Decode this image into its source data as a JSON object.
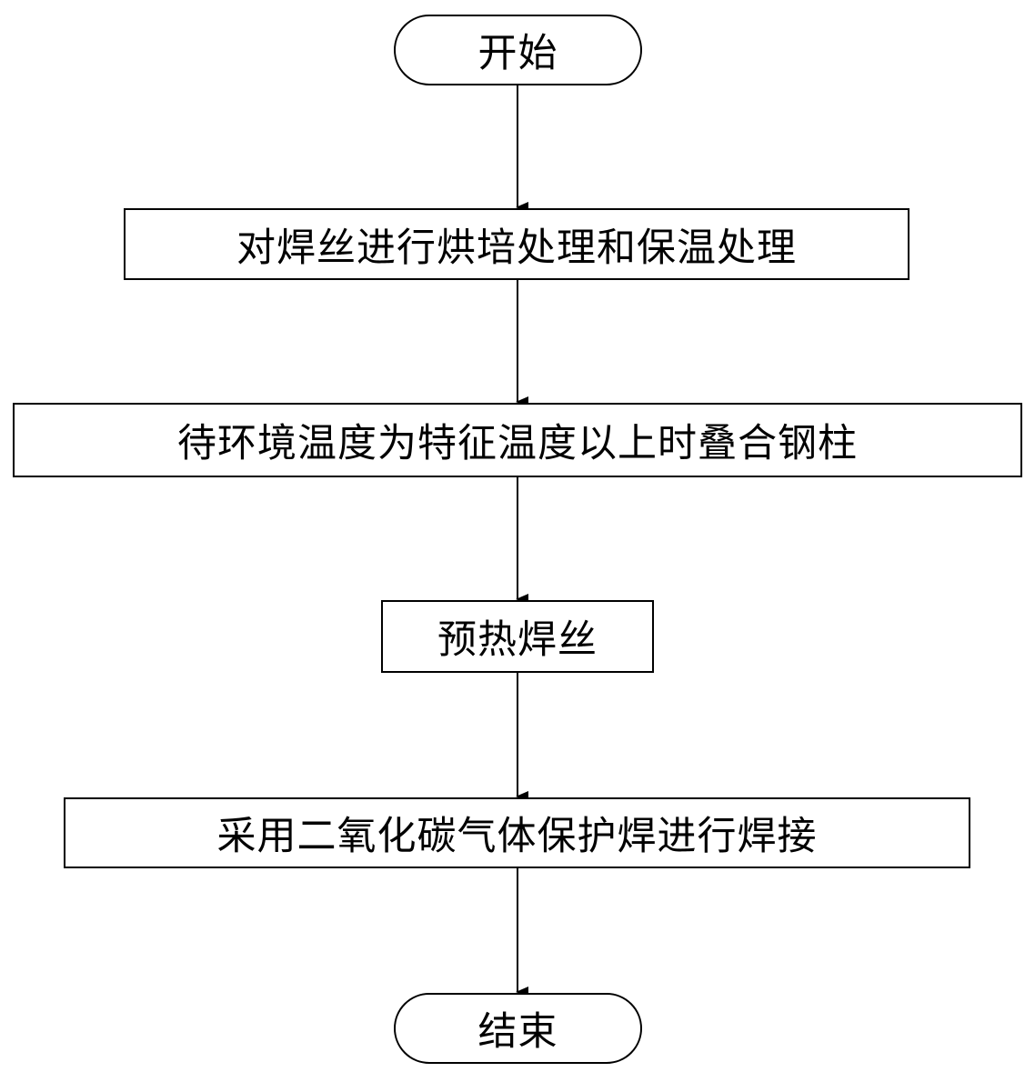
{
  "flowchart": {
    "start": "开始",
    "steps": [
      "对焊丝进行烘培处理和保温处理",
      "待环境温度为特征温度以上时叠合钢柱",
      "预热焊丝",
      "采用二氧化碳气体保护焊进行焊接"
    ],
    "end": "结束"
  },
  "colors": {
    "line": "#000000",
    "background": "#ffffff"
  }
}
